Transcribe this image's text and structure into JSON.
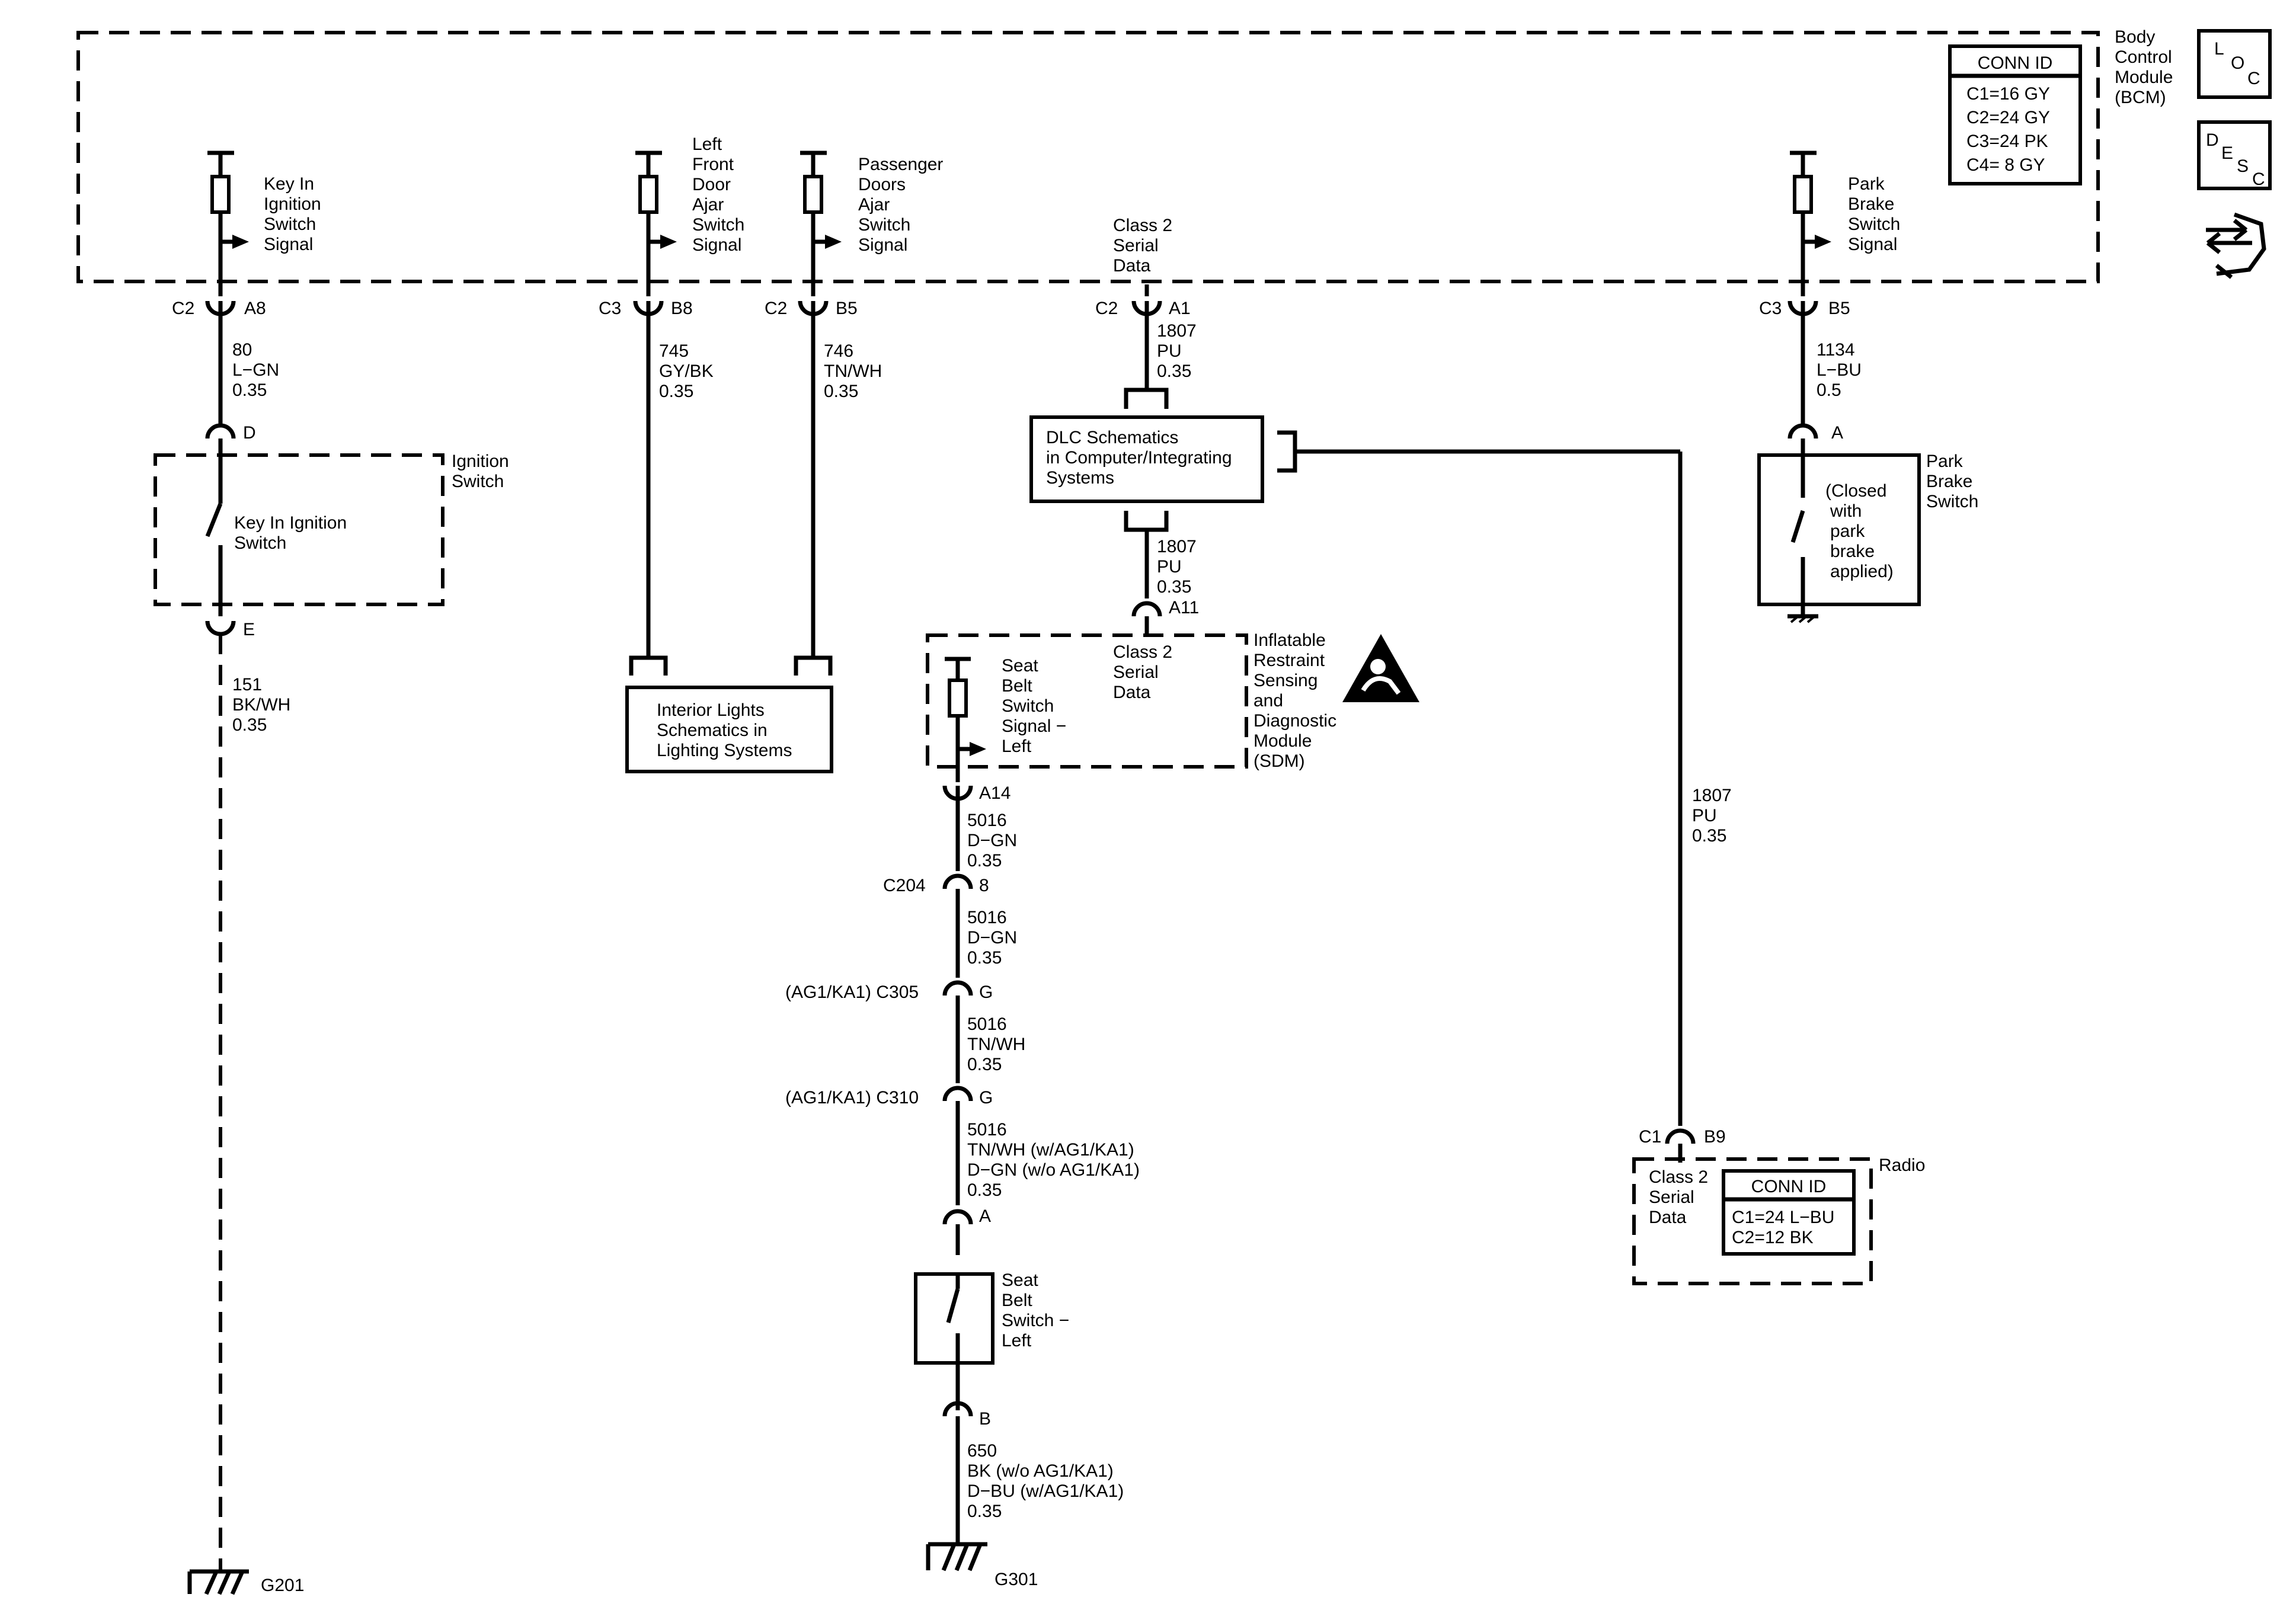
{
  "bcm": {
    "label": [
      "Body",
      "Control",
      "Module",
      "(BCM)"
    ],
    "conn_title": "CONN ID",
    "conn": [
      "C1=16 GY",
      "C2=24 GY",
      "C3=24 PK",
      "C4=  8 GY"
    ]
  },
  "icons": {
    "loc": [
      "L",
      "O",
      "C"
    ],
    "desc": [
      "D",
      "E",
      "S",
      "C"
    ]
  },
  "bcm_signals": {
    "key_in": [
      "Key In",
      "Ignition",
      "Switch",
      "Signal"
    ],
    "left_door": [
      "Left",
      "Front",
      "Door",
      "Ajar",
      "Switch",
      "Signal"
    ],
    "pass_doors": [
      "Passenger",
      "Doors",
      "Ajar",
      "Switch",
      "Signal"
    ],
    "class2": [
      "Class 2",
      "Serial",
      "Data"
    ],
    "park_brake": [
      "Park",
      "Brake",
      "Switch",
      "Signal"
    ]
  },
  "conns": {
    "c2a8": [
      "C2",
      "A8"
    ],
    "c3b8": [
      "C3",
      "B8"
    ],
    "c2b5": [
      "C2",
      "B5"
    ],
    "c2a1": [
      "C2",
      "A1"
    ],
    "c3b5": [
      "C3",
      "B5"
    ],
    "d": "D",
    "e": "E",
    "a_park": "A",
    "a11": "A11",
    "a14": "A14",
    "c204": [
      "C204",
      "8"
    ],
    "c305": [
      "(AG1/KA1) C305",
      "G"
    ],
    "c310": [
      "(AG1/KA1) C310",
      "G"
    ],
    "a_seat": "A",
    "b_seat": "B",
    "c1b9": [
      "C1",
      "B9"
    ]
  },
  "wires": {
    "w80": [
      "80",
      "L−GN",
      "0.35"
    ],
    "w745": [
      "745",
      "GY/BK",
      "0.35"
    ],
    "w746": [
      "746",
      "TN/WH",
      "0.35"
    ],
    "w1807a": [
      "1807",
      "PU",
      "0.35"
    ],
    "w1134": [
      "1134",
      "L−BU",
      "0.5"
    ],
    "w151": [
      "151",
      "BK/WH",
      "0.35"
    ],
    "w1807b": [
      "1807",
      "PU",
      "0.35"
    ],
    "w1807c": [
      "1807",
      "PU",
      "0.35"
    ],
    "w5016a": [
      "5016",
      "D−GN",
      "0.35"
    ],
    "w5016b": [
      "5016",
      "D−GN",
      "0.35"
    ],
    "w5016c": [
      "5016",
      "TN/WH",
      "0.35"
    ],
    "w5016d": [
      "5016",
      "TN/WH (w/AG1/KA1)",
      "D−GN (w/o AG1/KA1)",
      "0.35"
    ],
    "w650": [
      "650",
      "BK (w/o AG1/KA1)",
      "D−BU (w/AG1/KA1)",
      "0.35"
    ]
  },
  "ignition": {
    "label": [
      "Ignition",
      "Switch"
    ],
    "inner": [
      "Key In Ignition",
      "Switch"
    ]
  },
  "park_brake_switch": {
    "label": [
      "Park",
      "Brake",
      "Switch"
    ],
    "inner": [
      "(Closed",
      "with",
      "park",
      "brake",
      "applied)"
    ]
  },
  "interior": [
    "Interior Lights",
    "Schematics in",
    "Lighting Systems"
  ],
  "dlc": [
    "DLC Schematics",
    "in Computer/Integrating",
    "Systems"
  ],
  "sdm": {
    "label": [
      "Inflatable",
      "Restraint",
      "Sensing",
      "and",
      "Diagnostic",
      "Module",
      "(SDM)"
    ],
    "class2": [
      "Class 2",
      "Serial",
      "Data"
    ],
    "seat_signal": [
      "Seat",
      "Belt",
      "Switch",
      "Signal −",
      "Left"
    ]
  },
  "seat_switch": [
    "Seat",
    "Belt",
    "Switch −",
    "Left"
  ],
  "radio": {
    "label": "Radio",
    "class2": [
      "Class 2",
      "Serial",
      "Data"
    ],
    "conn_title": "CONN ID",
    "conn": [
      "C1=24 L−BU",
      "C2=12 BK"
    ]
  },
  "grounds": {
    "g201": "G201",
    "g301": "G301"
  }
}
